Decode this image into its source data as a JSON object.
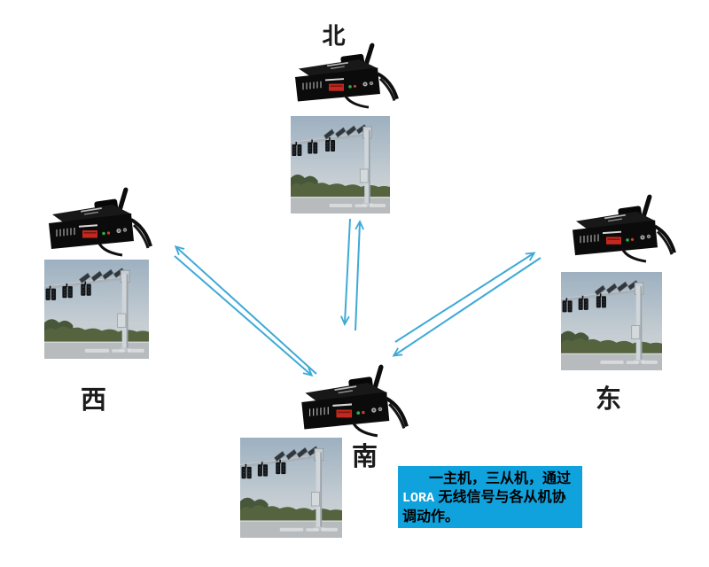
{
  "nodes": {
    "north": {
      "label": "北",
      "role": "slave-unit"
    },
    "west": {
      "label": "西",
      "role": "slave-unit"
    },
    "east": {
      "label": "东",
      "role": "slave-unit"
    },
    "south": {
      "label": "南",
      "role": "master-unit"
    }
  },
  "info_box": {
    "line1": "一主机，三从机，通过",
    "line2_highlight": "LORA",
    "line2_rest": " 无线信号与各从机协",
    "line3": "调动作。",
    "bg_color": "#10a2dc",
    "highlight_color": "#ffffff",
    "text_color": "#000000"
  },
  "colors": {
    "background": "#ffffff",
    "arrow": "#3fa9d6",
    "device_body": "#0d0d0d",
    "device_display": "#c4291f",
    "label_text": "#1b1b1b"
  },
  "icons": {
    "device": "lora-controller-device-icon",
    "photo": "traffic-signal-pole-photo"
  }
}
